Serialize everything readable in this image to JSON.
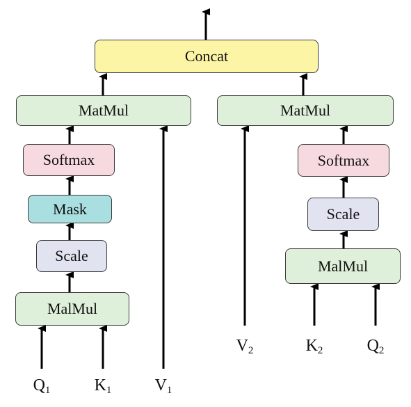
{
  "colors": {
    "concat": "#fdf5a6",
    "matmul": "#dff0da",
    "softmax": "#f7dae0",
    "mask": "#a9dfe0",
    "scale": "#e1e3f1",
    "stroke": "#3a3a3a",
    "arrow": "#000000"
  },
  "concat": {
    "label": "Concat"
  },
  "left": {
    "matmul": "MatMul",
    "softmax": "Softmax",
    "mask": "Mask",
    "scale": "Scale",
    "malmul": "MalMul",
    "inputs": {
      "q": {
        "base": "Q",
        "sub": "1"
      },
      "k": {
        "base": "K",
        "sub": "1"
      },
      "v": {
        "base": "V",
        "sub": "1"
      }
    }
  },
  "right": {
    "matmul": "MatMul",
    "softmax": "Softmax",
    "scale": "Scale",
    "malmul": "MalMul",
    "inputs": {
      "v": {
        "base": "V",
        "sub": "2"
      },
      "k": {
        "base": "K",
        "sub": "2"
      },
      "q": {
        "base": "Q",
        "sub": "2"
      }
    }
  }
}
